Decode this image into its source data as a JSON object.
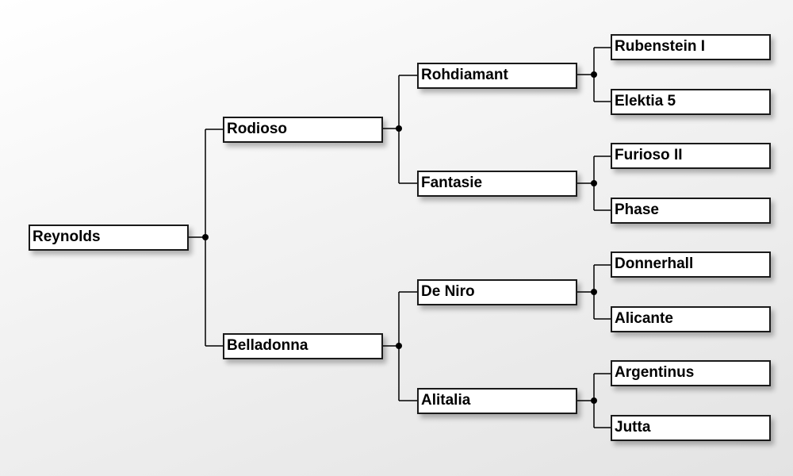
{
  "pedigree": {
    "subject": "Reynolds",
    "sire": "Rodioso",
    "dam": "Belladonna",
    "sire_sire": "Rohdiamant",
    "sire_dam": "Fantasie",
    "dam_sire": "De Niro",
    "dam_dam": "Alitalia",
    "sire_sire_sire": "Rubenstein I",
    "sire_sire_dam": "Elektia 5",
    "sire_dam_sire": "Furioso II",
    "sire_dam_dam": "Phase",
    "dam_sire_sire": "Donnerhall",
    "dam_sire_dam": "Alicante",
    "dam_dam_sire": "Argentinus",
    "dam_dam_dam": "Jutta"
  }
}
